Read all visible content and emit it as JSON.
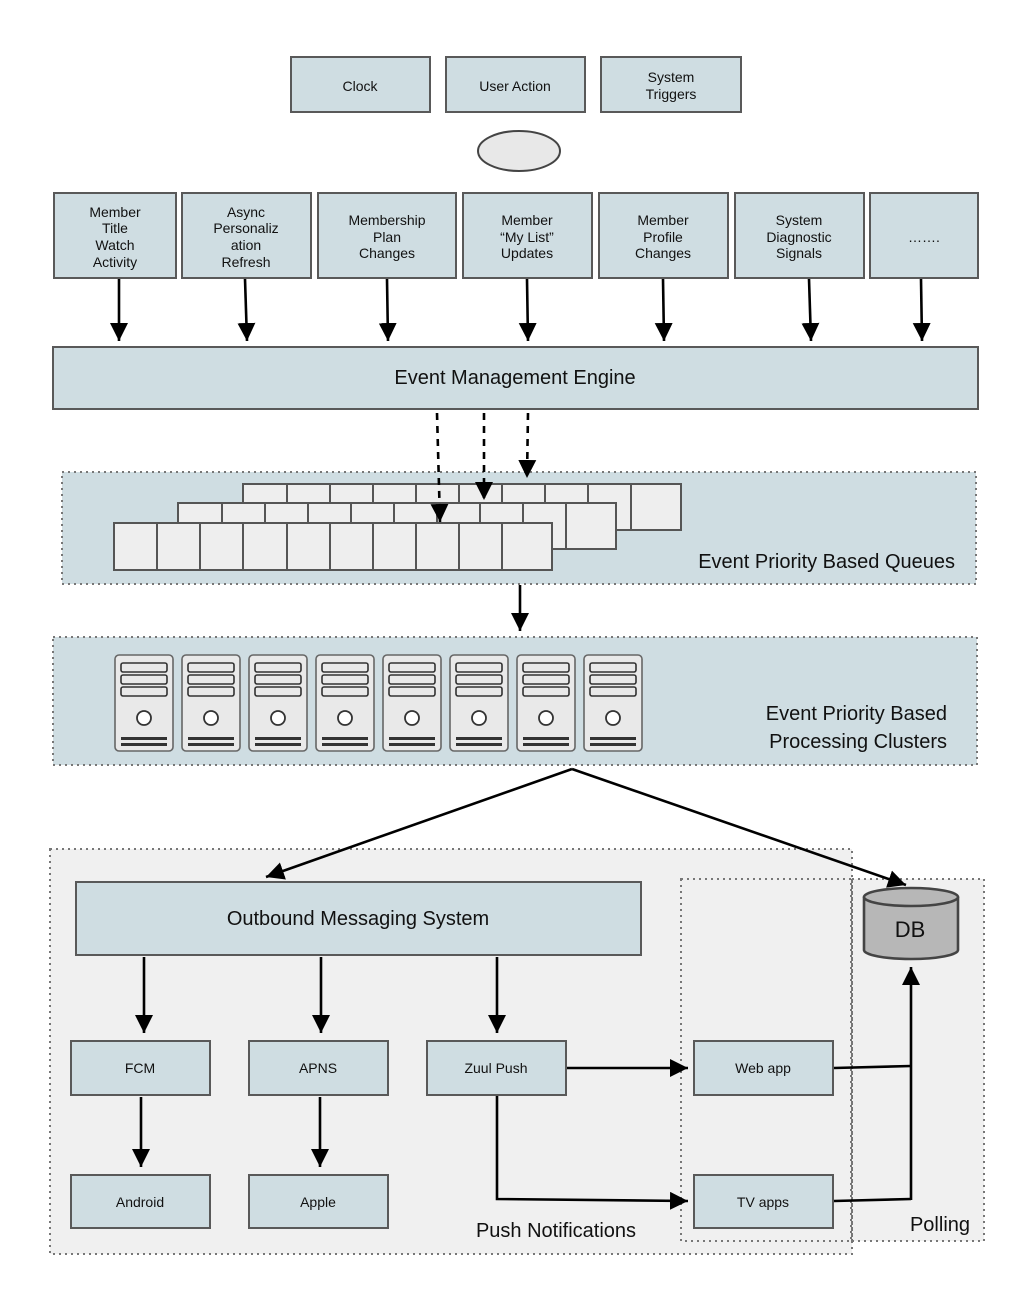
{
  "triggers": [
    "Clock",
    "User Action",
    [
      "System",
      "Triggers"
    ]
  ],
  "event_sources": [
    [
      "Member",
      "Title",
      "Watch",
      "Activity"
    ],
    [
      "Async",
      "Personaliz",
      "ation",
      "Refresh"
    ],
    [
      "Membership",
      "Plan",
      "Changes"
    ],
    [
      "Member",
      "“My List”",
      "Updates"
    ],
    [
      "Member",
      "Profile",
      "Changes"
    ],
    [
      "System",
      "Diagnostic",
      "Signals"
    ],
    [
      "……."
    ]
  ],
  "engine": {
    "label": "Event Management Engine"
  },
  "queues": {
    "label": "Event Priority Based Queues"
  },
  "clusters": {
    "label_line1": "Event Priority Based",
    "label_line2": "Processing Clusters",
    "server_count": 8
  },
  "outbound": {
    "label": "Outbound Messaging System"
  },
  "db": {
    "label": "DB"
  },
  "push": {
    "fcm": "FCM",
    "apns": "APNS",
    "zuul": "Zuul Push",
    "android": "Android",
    "apple": "Apple",
    "web_app": "Web app",
    "tv_apps": "TV apps",
    "region_label": "Push Notifications"
  },
  "polling": {
    "region_label": "Polling"
  },
  "colors": {
    "box_fill": "#cfdde2",
    "region_grey": "#f0f0f0",
    "db_fill": "#b7b7b7"
  }
}
